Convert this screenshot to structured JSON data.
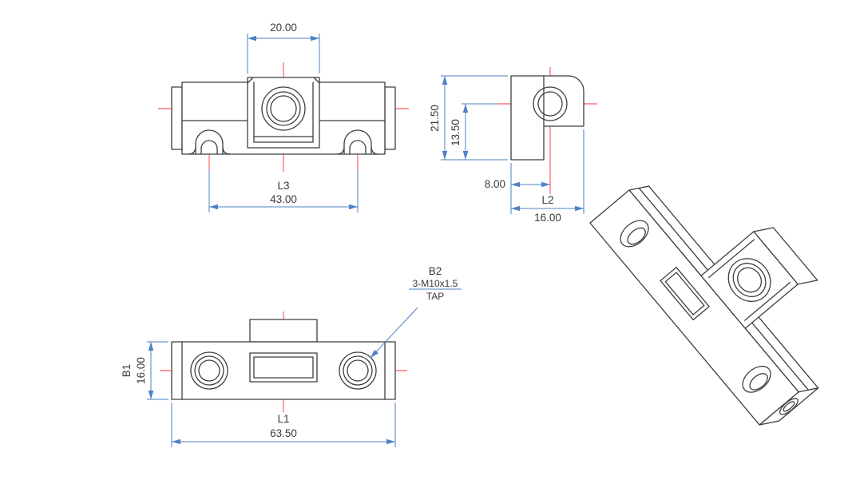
{
  "drawing": {
    "type": "mechanical-part-orthographic-drawing",
    "colors": {
      "outline": "#3e3e3e",
      "dimension": "#4d82c4",
      "centerline": "#f23232",
      "text": "#3a3a3a",
      "background": "#ffffff"
    },
    "views": {
      "front": {
        "dims": {
          "boss_width": "20.00",
          "l3_label": "L3",
          "l3_value": "43.00"
        }
      },
      "side": {
        "dims": {
          "height": "21.50",
          "hole_center_height": "13.50",
          "hole_offset": "8.00",
          "l2_label": "L2",
          "l2_value": "16.00"
        }
      },
      "bottom": {
        "dims": {
          "b1_label": "B1",
          "b1_value": "16.00",
          "l1_label": "L1",
          "l1_value": "63.50"
        },
        "callout": {
          "ref": "B2",
          "spec": "3-M10x1.5",
          "note": "TAP"
        }
      },
      "isometric": {}
    }
  }
}
